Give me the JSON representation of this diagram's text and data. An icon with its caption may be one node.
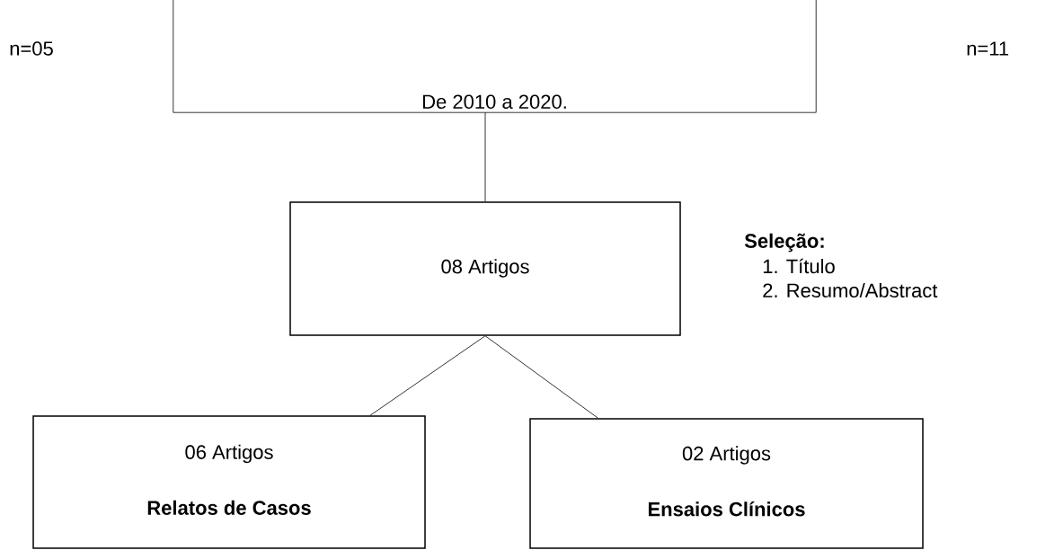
{
  "diagram": {
    "nodes": [
      {
        "text": [
          "De 2010 a 2020."
        ]
      },
      {
        "text": [
          "08 Artigos"
        ]
      },
      {
        "text": [
          "06 Artigos",
          "Relatos de Casos"
        ]
      },
      {
        "text": [
          "02 Artigos",
          "Ensaios Clínicos"
        ]
      }
    ],
    "edges": [
      {
        "from": 0,
        "to": 1,
        "arrow": "none"
      },
      {
        "from": 1,
        "to": 2,
        "arrow": "none"
      },
      {
        "from": 1,
        "to": 3,
        "arrow": "none"
      }
    ],
    "labels": [
      "n=05",
      "n=11",
      "Seleção:",
      "1. Título",
      "2. Resumo/Abstract"
    ]
  }
}
